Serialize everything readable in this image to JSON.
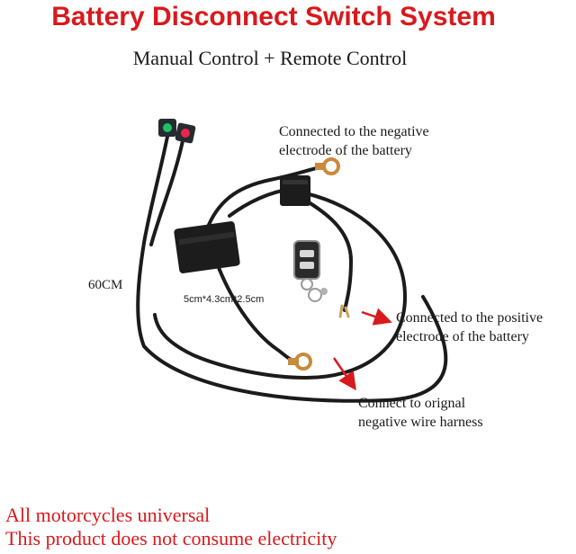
{
  "title": "Battery Disconnect Switch System",
  "subtitle": "Manual Control + Remote Control",
  "labels": {
    "negative_line1": "Connected to the negative",
    "negative_line2": "electrode of the battery",
    "positive_line1": "Connected to the positive",
    "positive_line2": "electrode of the battery",
    "harness_line1": "Connect to orignal",
    "harness_line2": "negative wire harness",
    "length": "60CM",
    "dimensions": "5cm*4.3cm*2.5cm"
  },
  "footer": {
    "line1": "All motorcycles universal",
    "line2": "This product does not consume electricity"
  },
  "colors": {
    "title": "#d9191c",
    "arrow": "#d9191c",
    "cable": "#1b1b1b",
    "terminal": "#c98a3c",
    "led_green": "#1fbf6a",
    "led_red": "#e8264a"
  },
  "icons": [
    "switch-module-icon",
    "relay-module-icon",
    "remote-fob-icon",
    "led-indicator-green-icon",
    "led-indicator-red-icon",
    "ring-terminal-icon",
    "bare-wire-terminal-icon",
    "arrow-icon"
  ]
}
